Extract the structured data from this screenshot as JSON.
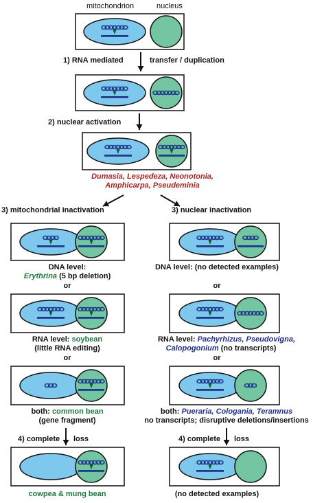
{
  "headers": {
    "mitochondrion": "mitochondrion",
    "nucleus": "nucleus"
  },
  "steps": {
    "s1_left": "1) RNA mediated",
    "s1_right": "transfer / duplication",
    "s2": "2) nuclear activation",
    "s3_left": "3) mitochondrial inactivation",
    "s3_right": "3) nuclear inactivation",
    "s4_left_a": "4) complete",
    "s4_left_b": "loss",
    "s4_right_a": "4) complete",
    "s4_right_b": "loss"
  },
  "activation_species": {
    "line1": "Dumasia, Lespedeza, Neonotonia,",
    "line2": "Amphicarpa, Pseudeminia"
  },
  "left": {
    "dna_title": "DNA level:",
    "dna_species": "Erythrina",
    "dna_detail": " (5 bp deletion)",
    "or1": "or",
    "rna_prefix": "RNA level: ",
    "rna_species": "soybean",
    "rna_detail": "(little RNA editing)",
    "or2": "or",
    "both_prefix": "both: ",
    "both_species": "common bean",
    "both_detail": "(gene fragment)",
    "final": "cowpea & mung bean"
  },
  "right": {
    "dna_text": "DNA level: (no detected examples)",
    "or1": "or",
    "rna_prefix": "RNA level: ",
    "rna_species1": "Pachyrhizus, Pseudovigna,",
    "rna_species2": "Calopogonium",
    "rna_detail": " (no transcripts)",
    "or2": "or",
    "both_prefix": "both: ",
    "both_species": "Pueraria, Cologania, Teramnus",
    "both_detail": "no transcripts; disruptive deletions/insertions",
    "final": "(no detected examples)"
  },
  "colors": {
    "mito_fill": "#7ec8ee",
    "nucleus_fill": "#74c5a2",
    "outline": "#111111",
    "gene": "#1d3a8a",
    "promoter": "#0b5a2a",
    "species_red": "#a1241f",
    "species_green": "#1f7a3d",
    "species_blue": "#1f2f8a"
  }
}
